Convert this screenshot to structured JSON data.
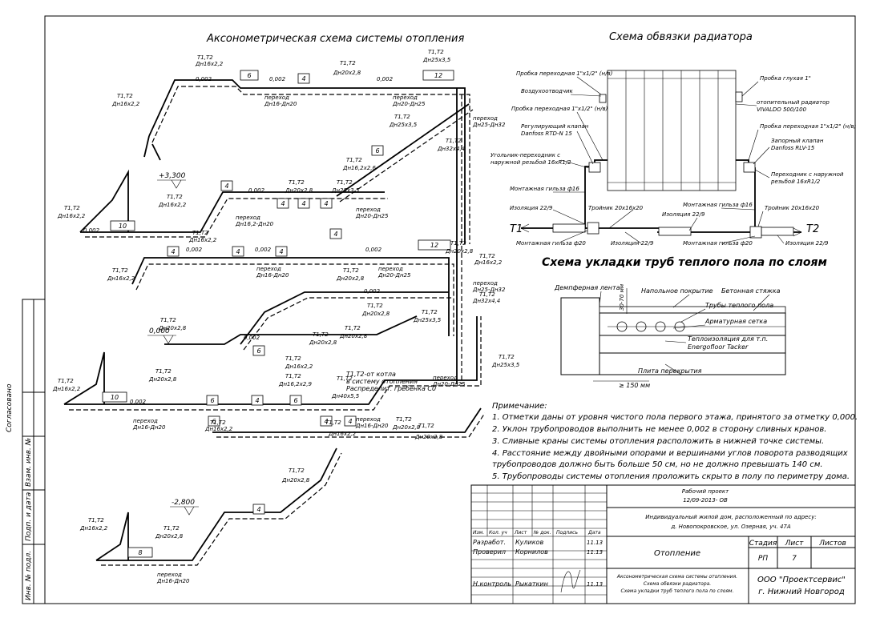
{
  "titles": {
    "axonometric": "Аксонометрическая схема системы отопления",
    "radiator": "Схема обвязки радиатора",
    "floor": "Схема укладки труб теплого пола по слоям"
  },
  "levels": {
    "l1": "+3,300",
    "l2": "0,000",
    "l3": "-2,800"
  },
  "pipe_labels": {
    "t1t2": "Т1,Т2",
    "d16": "Дн16х2,2",
    "d20": "Дн20х2,8",
    "d25": "Дн25х3,5",
    "d32": "Дн32х4,4",
    "d40": "Дн40х5,5",
    "slope": "0,002",
    "trans_16_20": "переход\nДн16-Дн20",
    "trans_20_25": "переход\nДн20-Дн25",
    "trans_25_32": "переход\nДн25-Дн32",
    "trans_162_20": "переход\nДн16,2-Дн20",
    "d16_26": "Дн16,2х2,6",
    "d16_29": "Дн16,2х2,9",
    "boiler": "Т1,Т2-от котла\nв систему отопления\nРаспределит. гребенка С0"
  },
  "rad_nums": [
    "6",
    "4",
    "12",
    "6",
    "4",
    "10",
    "4",
    "4",
    "4",
    "4",
    "12",
    "4",
    "4",
    "4",
    "6",
    "10",
    "6",
    "4",
    "6",
    "6",
    "4",
    "4",
    "4",
    "8"
  ],
  "radiator_labels": {
    "plug1": "Пробка переходная 1\"х1/2\" (н/в)",
    "air": "Воздухоотводчик",
    "plug2": "Пробка переходная 1\"х1/2\" (н/в)",
    "valve": "Регулирующий клапан\nDanfoss RTD-N 15",
    "adapter": "Угольник-переходник с\nнаружной резьбой 16хR1/2",
    "sleeve1": "Монтажная гильза ф16",
    "iso1": "Изоляция 22/9",
    "sleeve2": "Монтажная гильза ф20",
    "tee1": "Тройник 20х16х20",
    "iso2": "Изоляция 22/9",
    "blind": "Пробка глухая 1\"",
    "radiator": "отопительный радиатор\nVIVALDO 500/100",
    "plug3": "Пробка переходная 1\"х1/2\" (н/в)",
    "lock": "Запорный клапан\nDanfoss RLV-15",
    "adapter2": "Переходник с наружной\nрезьбой 16хR1/2",
    "iso3": "Изоляция 22/9",
    "sleeve3": "Монтажная гильза ф16",
    "tee2": "Тройник 20х16х20",
    "sleeve4": "Монтажная гильза ф20",
    "iso4": "Изоляция 22/9",
    "t1": "Т1",
    "t2": "Т2"
  },
  "floor_labels": {
    "damper": "Демпферная лента",
    "cover": "Напольное покрытие",
    "screed": "Бетонная стяжка",
    "pipes": "Трубы теплого пола",
    "mesh": "Арматурная сетка",
    "insul": "Теплоизоляция для т.п.\nEnergofloor Tacker",
    "slab": "Плита перекрытия",
    "dim1": "30-70 мм",
    "dim2": "≥ 150 мм"
  },
  "notes": {
    "title": "Примечание:",
    "items": [
      "1. Отметки даны от уровня чистого пола первого этажа, принятого за отметку 0,000.",
      "2.  Уклон трубопроводов выполнить не менее 0,002 в сторону сливных кранов.",
      "3.  Сливные краны системы отопления расположить в нижней точке системы.",
      "4.  Расстояние между двойными опорами и вершинами углов поворота разводящих",
      "     трубопроводов должно быть больше 50 см, но не должно превышать 140 см.",
      "5. Трубопроводы системы отопления проложить скрыто в полу по периметру дома."
    ]
  },
  "left_stamp": [
    "Согласовано",
    "Взам. инв. №",
    "Подп. и дата",
    "Инв. № подл."
  ],
  "title_block": {
    "project": "Рабочий проект",
    "code": "12/09-2013- ОВ",
    "object": "Индивидуальный жилой дом, расположенный по адресу:",
    "address": "д. Новопокровское, ул. Озерная, уч. 47А",
    "cols": [
      "Изм.",
      "Кол. уч",
      "Лист",
      "№ док.",
      "Подпись",
      "Дата"
    ],
    "rows": [
      {
        "role": "Разработ.",
        "name": "Куликов",
        "date": "11.13"
      },
      {
        "role": "Проверил",
        "name": "Корнилов",
        "date": "11.13"
      },
      {
        "role": "Н.контроль",
        "name": "Рыкаткин",
        "date": "11.13"
      }
    ],
    "section": "Отопление",
    "stage_h": "Стадия",
    "sheet_h": "Лист",
    "sheets_h": "Листов",
    "stage": "РП",
    "sheet": "7",
    "desc": "Аксонометрическая схема системы отопления.\nСхема обвязки радиатора.\nСхема укладки труб теплого пола по слоям.",
    "company": "ООО \"Проектсервис\"",
    "city": "г. Нижний Новгород"
  }
}
